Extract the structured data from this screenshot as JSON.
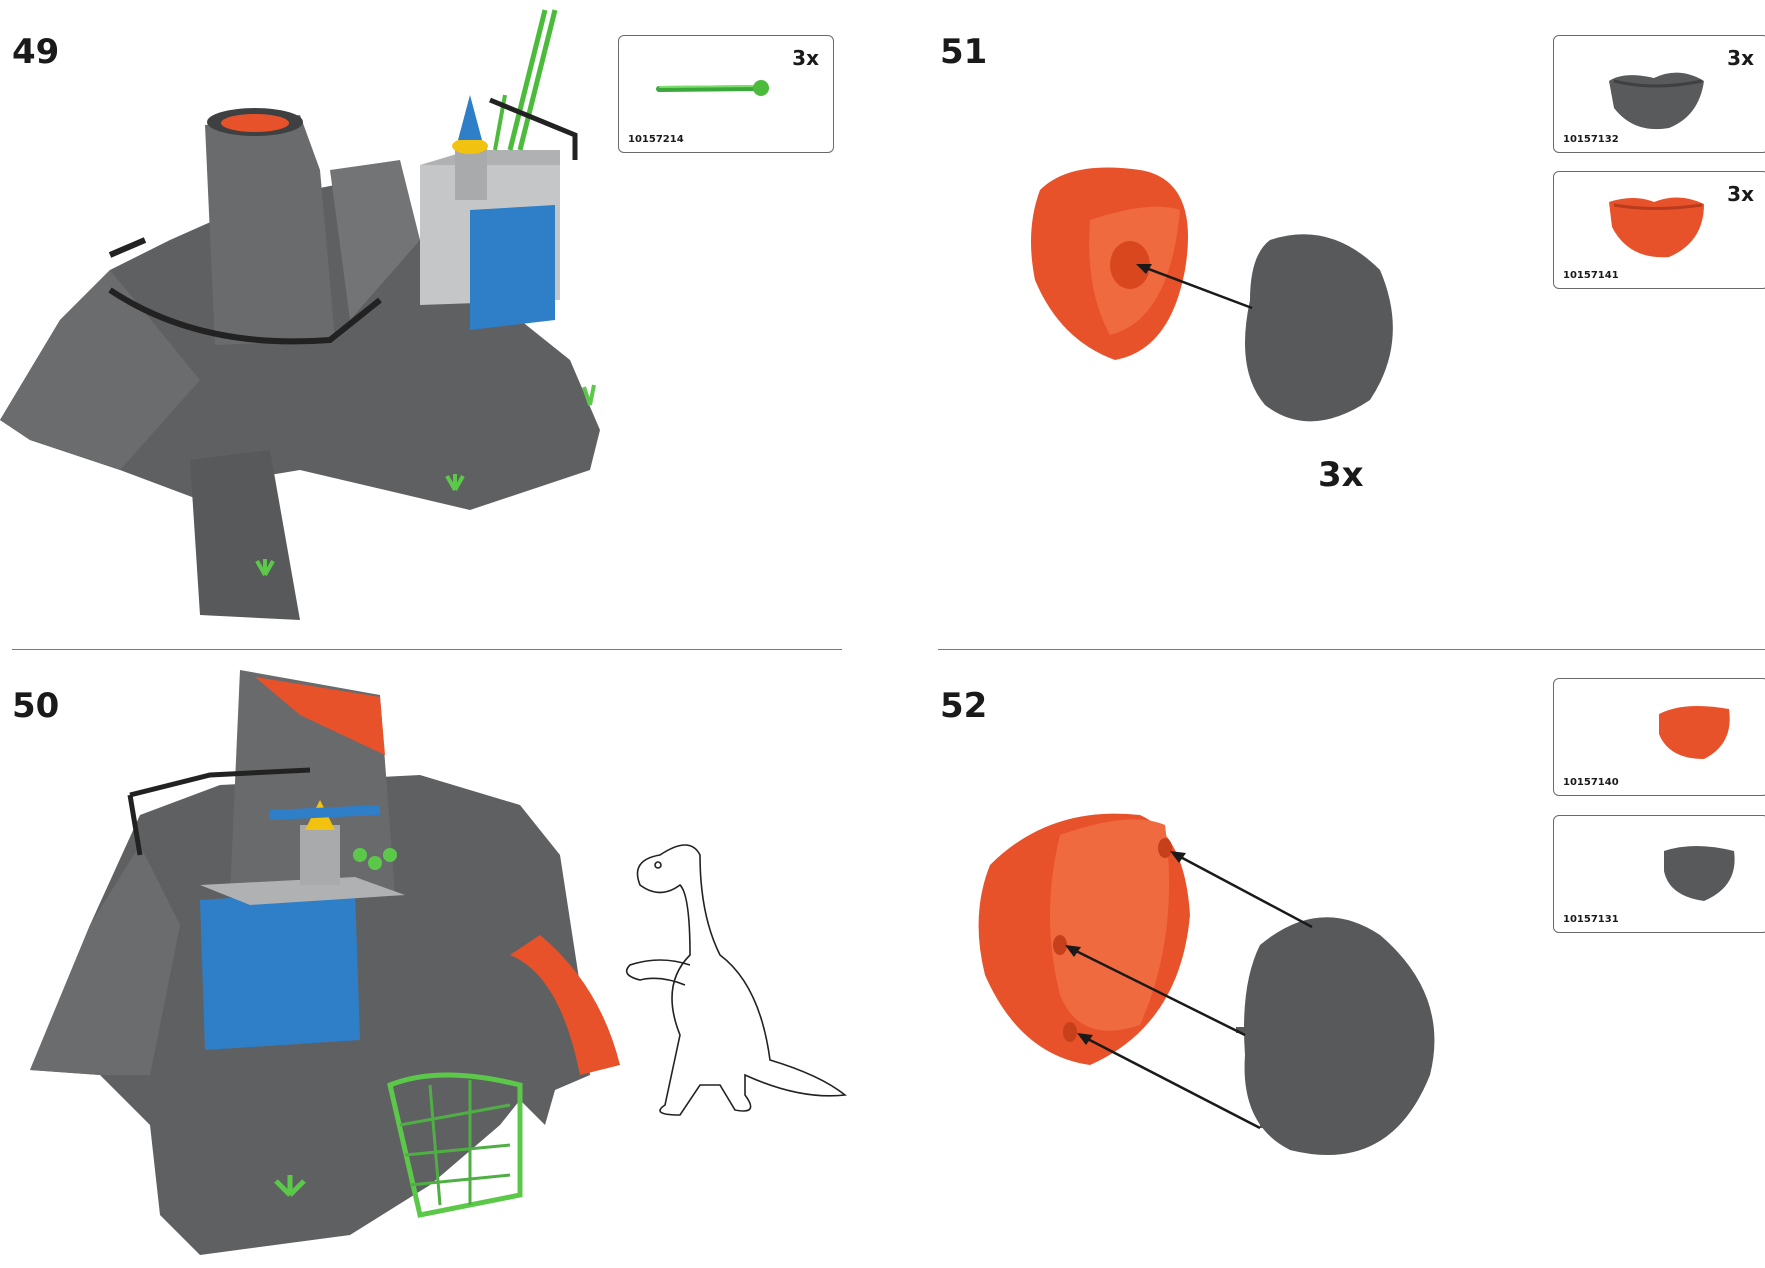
{
  "steps": {
    "s49": {
      "number": "49",
      "part": {
        "qty": "3x",
        "part_no": "10157214"
      }
    },
    "s50": {
      "number": "50"
    },
    "s51": {
      "number": "51",
      "repeat": "3x",
      "parts": [
        {
          "qty": "3x",
          "part_no": "10157132"
        },
        {
          "qty": "3x",
          "part_no": "10157141"
        }
      ]
    },
    "s52": {
      "number": "52",
      "parts": [
        {
          "part_no": "10157140"
        },
        {
          "part_no": "10157131"
        }
      ]
    }
  },
  "colors": {
    "rock": "#5f6062",
    "rock_dark": "#3f4042",
    "lava": "#e8522b",
    "blue": "#2e7fc7",
    "green": "#5cc84a",
    "yellow": "#f1c20f"
  }
}
